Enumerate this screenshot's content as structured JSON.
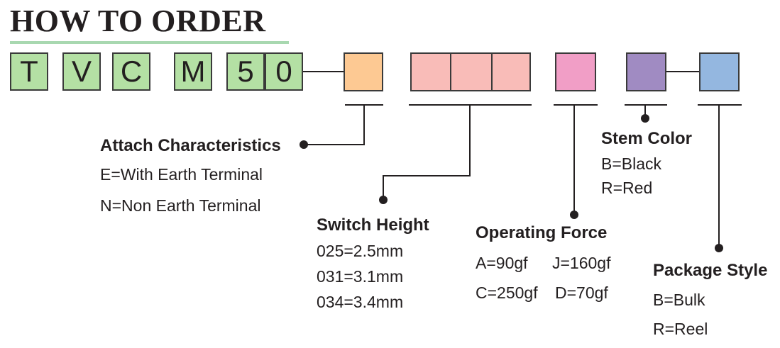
{
  "title": "HOW TO ORDER",
  "code_letters": [
    "T",
    "V",
    "C",
    "M",
    "5",
    "0"
  ],
  "colors": {
    "title_rule": "#a8d8b0",
    "code_fill": "#b4e0a4",
    "attach_fill": "#fdc993",
    "height_fill": "#f9bcb8",
    "force_fill": "#f19ec6",
    "stem_fill": "#a08bc2",
    "package_fill": "#94b7e0"
  },
  "sections": {
    "attach": {
      "heading": "Attach Characteristics",
      "items": [
        "E=With Earth Terminal",
        "N=Non Earth Terminal"
      ]
    },
    "height": {
      "heading": "Switch Height",
      "items": [
        "025=2.5mm",
        "031=3.1mm",
        "034=3.4mm"
      ]
    },
    "force": {
      "heading": "Operating Force",
      "items": [
        "A=90gf",
        "J=160gf",
        "C=250gf",
        "D=70gf"
      ]
    },
    "stem": {
      "heading": "Stem Color",
      "items": [
        "B=Black",
        "R=Red"
      ]
    },
    "package": {
      "heading": "Package Style",
      "items": [
        "B=Bulk",
        "R=Reel"
      ]
    }
  }
}
